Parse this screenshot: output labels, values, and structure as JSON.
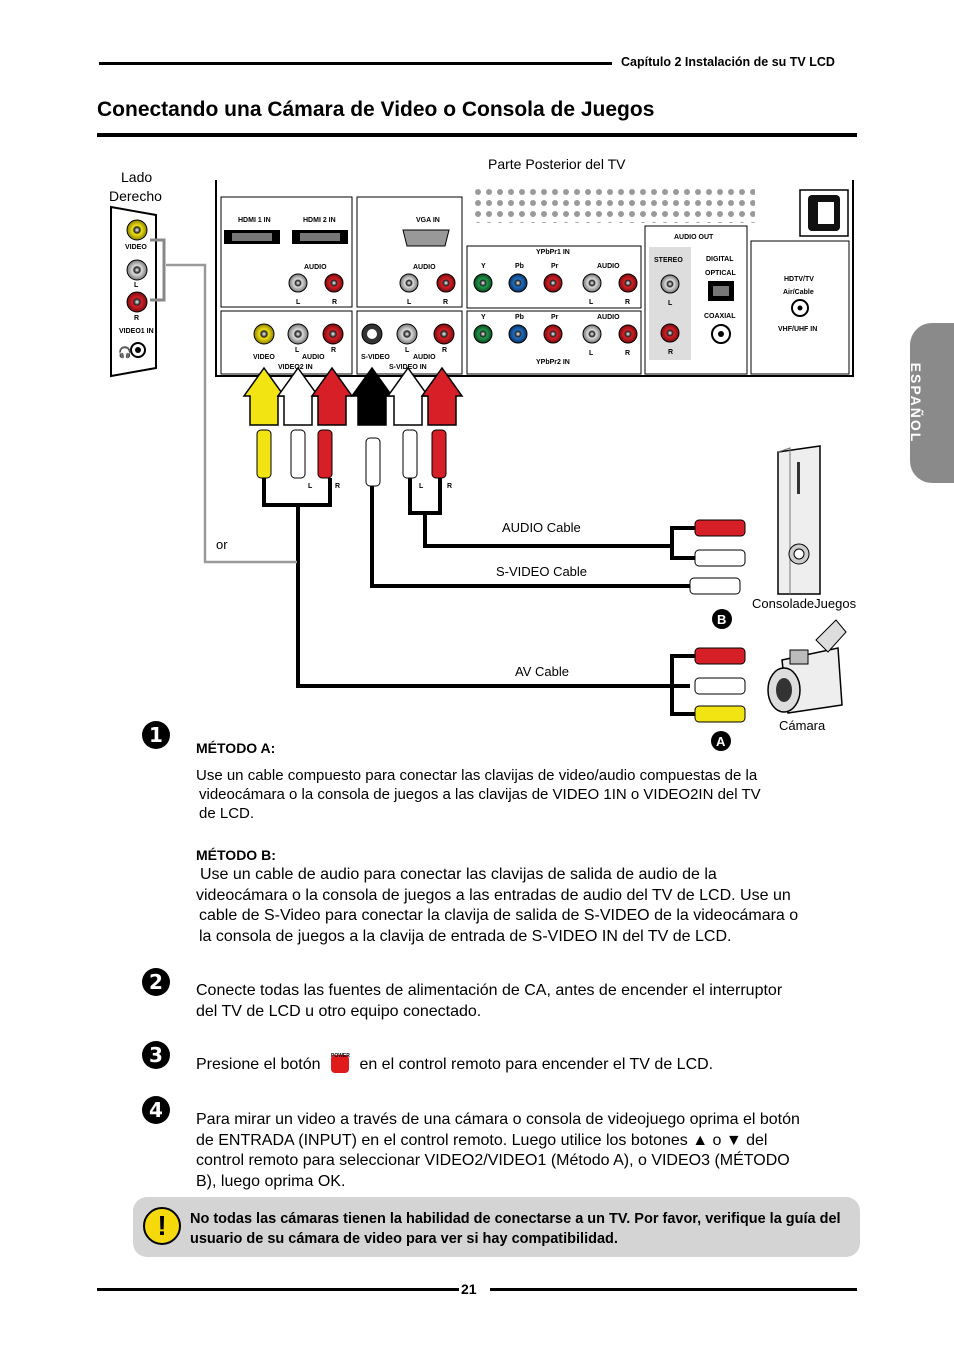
{
  "header": {
    "chapter": "Capítulo 2 Instalación de su TV LCD"
  },
  "title": "Conectando una Cámara de Video o Consola de Juegos",
  "side_tab": "ESPAÑOL",
  "diagram": {
    "side_label_1": "Lado",
    "side_label_2": "Derecho",
    "rear_label": "Parte Posterior del TV",
    "or_label": "or",
    "audio_cable": "AUDIO Cable",
    "svideo_cable": "S-VIDEO Cable",
    "av_cable": "AV Cable",
    "console_label": "ConsoladeJuegos",
    "camera_label": "Cámara",
    "badge_a": "A",
    "badge_b": "B",
    "panel": {
      "hdmi1": "HDMI 1 IN",
      "hdmi2": "HDMI 2 IN",
      "vga": "VGA IN",
      "audio": "AUDIO",
      "l": "L",
      "r": "R",
      "ypbpr1": "YPbPr1 IN",
      "ypbpr2": "YPbPr2 IN",
      "y": "Y",
      "pb": "Pb",
      "pr": "Pr",
      "audio_out": "AUDIO OUT",
      "stereo": "STEREO",
      "digital": "DIGITAL",
      "optical": "OPTICAL",
      "coaxial": "COAXIAL",
      "hdtv": "HDTV/TV",
      "aircable": "Air/Cable",
      "vhfuhf": "VHF/UHF IN",
      "video": "VIDEO",
      "video2in": "VIDEO2 IN",
      "svideo": "S-VIDEO",
      "svideoin": "S-VIDEO IN",
      "video1in": "VIDEO1 IN"
    }
  },
  "steps": {
    "metodo_a_title": "MÉTODO A:",
    "metodo_a_l1": "Use un cable compuesto para conectar las clavijas de video/audio compuestas de la",
    "metodo_a_l2": "videocámara o la consola de juegos a las clavijas de VIDEO 1IN o VIDEO2IN del TV",
    "metodo_a_l3": "de LCD.",
    "metodo_b_title": "MÉTODO B:",
    "metodo_b_l1": "Use un cable de audio para conectar las clavijas de salida de audio de la",
    "metodo_b_l2": "videocámara o la consola de juegos a las entradas de audio del TV de LCD. Use un",
    "metodo_b_l3": "cable de S-Video para conectar la clavija de salida de S-VIDEO de la videocámara o",
    "metodo_b_l4": "la consola de juegos a la clavija de entrada de S-VIDEO IN del TV de LCD.",
    "step2_l1": "Conecte todas las fuentes de alimentación de CA, antes de encender el interruptor",
    "step2_l2": "del TV de LCD u otro equipo conectado.",
    "step3_pre": "Presione el botón",
    "step3_btn": "POWER",
    "step3_post": "en el control remoto para encender el TV de LCD.",
    "step4_l1": "Para mirar un video a través de una cámara o consola de videojuego oprima el botón",
    "step4_l2": "de ENTRADA (INPUT) en el control remoto. Luego utilice los botones ▲ o ▼ del",
    "step4_l3": "control remoto para seleccionar VIDEO2/VIDEO1  (Método A), o VIDEO3 (MÉTODO",
    "step4_l4": "B), luego oprima OK.",
    "num1": "❶",
    "num2": "❷",
    "num3": "❸",
    "num4": "❹"
  },
  "warning": {
    "icon": "!",
    "text": "No todas las cámaras tienen la habilidad de conectarse a un TV. Por favor, verifique la guía del usuario de su cámara de video para ver si hay compatibilidad."
  },
  "footer": {
    "page": "21"
  }
}
